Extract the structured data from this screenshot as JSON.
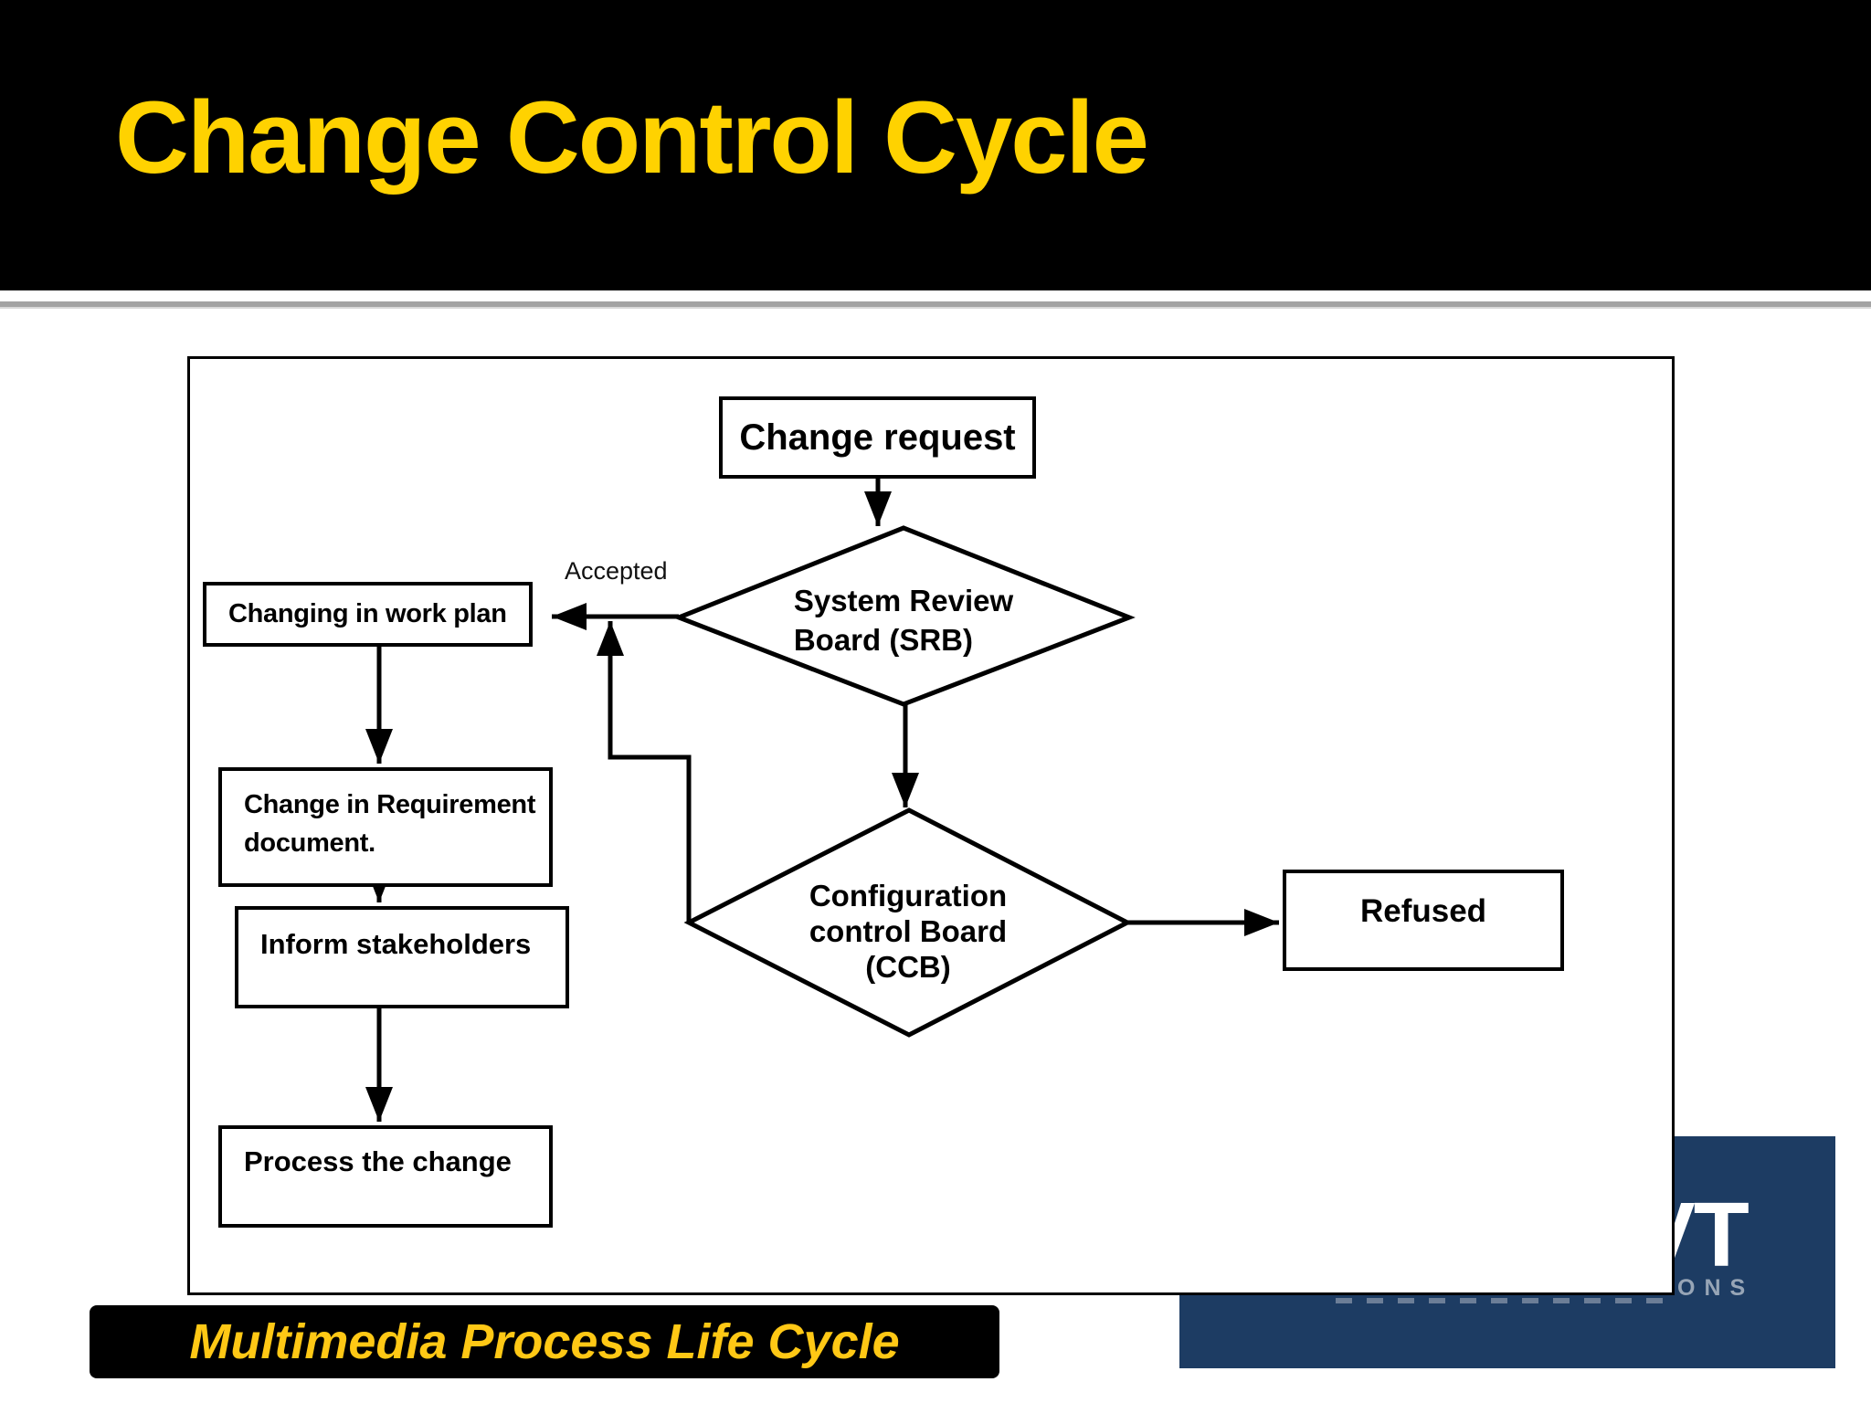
{
  "header": {
    "title": "Change Control Cycle",
    "title_color": "#FFD200",
    "background": "#000000"
  },
  "flowchart": {
    "accepted_label": "Accepted",
    "nodes": {
      "change_request": {
        "label": "Change request"
      },
      "srb": {
        "lines": [
          "System Review",
          "Board (SRB)"
        ]
      },
      "work_plan": {
        "label": "Changing in work plan"
      },
      "requirement": {
        "lines": [
          "Change in Requirement",
          "document."
        ]
      },
      "inform": {
        "label": "Inform stakeholders"
      },
      "process": {
        "label": "Process the change"
      },
      "ccb": {
        "lines": [
          "Configuration",
          "control Board",
          "(CCB)"
        ]
      },
      "refused": {
        "label": "Refused"
      }
    }
  },
  "footer": {
    "label": "Multimedia Process Life Cycle",
    "text_color": "#FFC815",
    "background": "#000000"
  },
  "logo": {
    "letters": "VT",
    "caption_visible": "ONS",
    "background": "#1D3C63"
  }
}
